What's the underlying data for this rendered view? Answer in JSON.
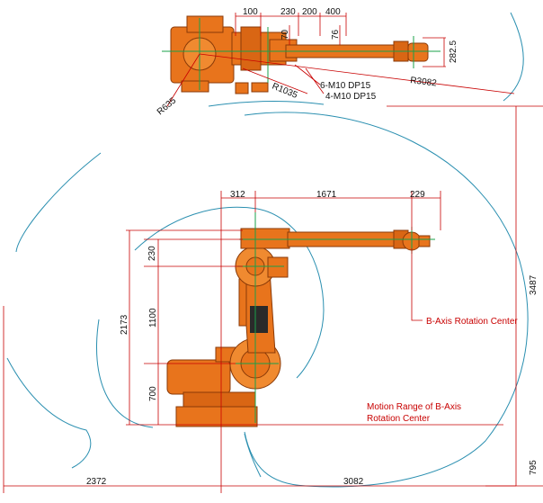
{
  "top_view": {
    "dims": {
      "d100": "100",
      "d230": "230",
      "d200": "200",
      "d400": "400",
      "d70": "70",
      "d76": "76",
      "d282_5": "282.5",
      "r635": "R635",
      "r1035": "R1035",
      "r3082": "R3082",
      "holes_6": "6-M10 DP15",
      "holes_4": "4-M10 DP15"
    }
  },
  "side_view": {
    "dims": {
      "d312": "312",
      "d1671": "1671",
      "d229": "229",
      "d230": "230",
      "d2173": "2173",
      "d1100": "1100",
      "d700": "700",
      "d3487": "3487",
      "d795": "795",
      "d2372": "2372",
      "d3082": "3082"
    },
    "labels": {
      "b_axis_center": "B-Axis Rotation Center",
      "motion_range_line1": "Motion Range of B-Axis",
      "motion_range_line2": "Rotation Center"
    }
  },
  "colors": {
    "robot_orange": "#e8741c",
    "robot_dark": "#8a3a08",
    "dim_red": "#c80000",
    "envelope_teal": "#2a8fb0",
    "axis_green": "#1aa04a"
  }
}
